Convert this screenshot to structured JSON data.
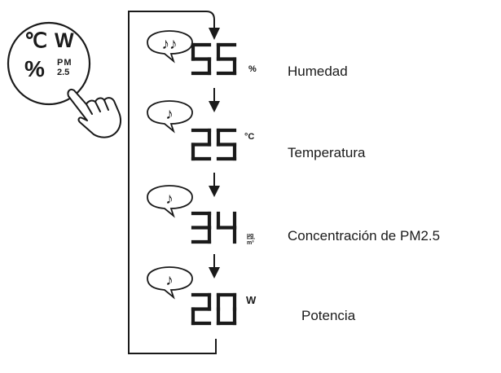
{
  "button": {
    "celsius": "℃",
    "watt": "W",
    "percent": "%",
    "pm_top": "PM",
    "pm_bottom": "2.5"
  },
  "modes": [
    {
      "beeps": "♪♪",
      "value": "55",
      "unit": "%",
      "label": "Humedad"
    },
    {
      "beeps": "♪",
      "value": "25",
      "unit": "°C",
      "label": "Temperatura"
    },
    {
      "beeps": "♪",
      "value": "34",
      "unit": "µg/m³",
      "unit_top": "µg",
      "unit_bottom": "m³",
      "label": "Concentración de PM2.5"
    },
    {
      "beeps": "♪",
      "value": "20",
      "unit": "W",
      "label": "Potencia"
    }
  ]
}
